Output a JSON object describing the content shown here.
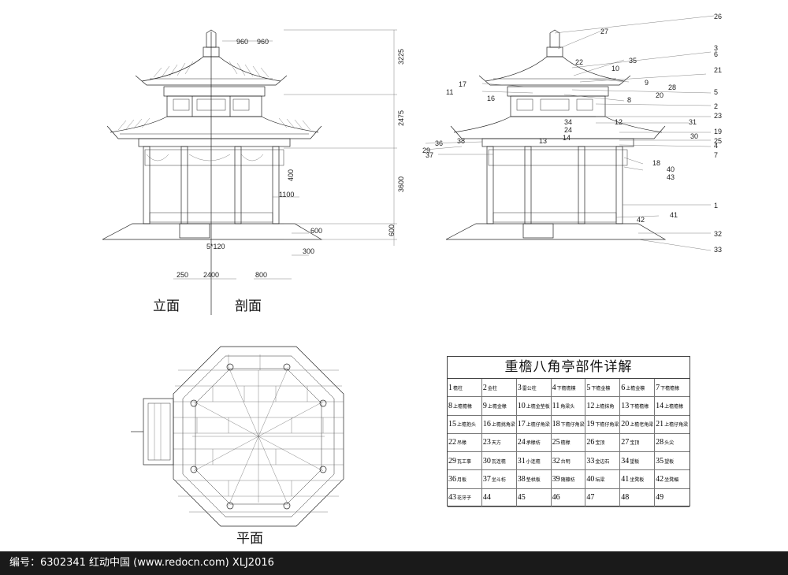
{
  "labels": {
    "elevation": "立面",
    "section": "剖面",
    "plan": "平面"
  },
  "dims": {
    "top_a": "960",
    "top_b": "960",
    "h1": "3225",
    "h2": "2475",
    "h3": "3600",
    "h4": "600",
    "d400": "400",
    "d1100": "1100",
    "d600": "600",
    "d5x120": "5*120",
    "d300": "300",
    "d250": "250",
    "d2400": "2400",
    "d800": "800"
  },
  "callouts": [
    "26",
    "27",
    "3",
    "6",
    "35",
    "22",
    "21",
    "10",
    "9",
    "17",
    "28",
    "11",
    "5",
    "16",
    "20",
    "8",
    "2",
    "23",
    "12",
    "31",
    "34",
    "24",
    "19",
    "13",
    "14",
    "30",
    "25",
    "4",
    "36",
    "38",
    "7",
    "29",
    "37",
    "18",
    "40",
    "43",
    "1",
    "41",
    "42",
    "32",
    "33"
  ],
  "table": {
    "title": "重檐八角亭部件详解",
    "rows": [
      [
        {
          "n": "1",
          "t": "檐柱"
        },
        {
          "n": "2",
          "t": "金柱"
        },
        {
          "n": "3",
          "t": "雷公柱"
        },
        {
          "n": "4",
          "t": "下檐檐檩"
        },
        {
          "n": "5",
          "t": "下檐金檩"
        },
        {
          "n": "6",
          "t": "上檐金檩"
        },
        {
          "n": "7",
          "t": "下檐檐椽"
        }
      ],
      [
        {
          "n": "8",
          "t": "上檐檐椽"
        },
        {
          "n": "9",
          "t": "上檐金椽"
        },
        {
          "n": "10",
          "t": "上檐金垫板"
        },
        {
          "n": "11",
          "t": "角梁头"
        },
        {
          "n": "12",
          "t": "上檐抹角"
        },
        {
          "n": "13",
          "t": "下檐檐椽"
        },
        {
          "n": "14",
          "t": "上檐檐椽"
        }
      ],
      [
        {
          "n": "15",
          "t": "上檐抱头"
        },
        {
          "n": "16",
          "t": "上檐挑角梁"
        },
        {
          "n": "17",
          "t": "上檐仔角梁"
        },
        {
          "n": "18",
          "t": "下檐仔角梁"
        },
        {
          "n": "19",
          "t": "下檐仔角梁"
        },
        {
          "n": "20",
          "t": "上檐老角梁"
        },
        {
          "n": "21",
          "t": "上檐仔角梁"
        }
      ],
      [
        {
          "n": "22",
          "t": "吊椽"
        },
        {
          "n": "23",
          "t": "天方"
        },
        {
          "n": "24",
          "t": "承椽枋"
        },
        {
          "n": "25",
          "t": "檐椽"
        },
        {
          "n": "26",
          "t": "宝顶"
        },
        {
          "n": "27",
          "t": "宝顶"
        },
        {
          "n": "28",
          "t": "头尖"
        }
      ],
      [
        {
          "n": "29",
          "t": "瓦工事"
        },
        {
          "n": "30",
          "t": "瓦连檐"
        },
        {
          "n": "31",
          "t": "小连檐"
        },
        {
          "n": "32",
          "t": "台明"
        },
        {
          "n": "33",
          "t": "金边石"
        },
        {
          "n": "34",
          "t": "望板"
        },
        {
          "n": "35",
          "t": "望板"
        }
      ],
      [
        {
          "n": "36",
          "t": "月板"
        },
        {
          "n": "37",
          "t": "坐斗枋"
        },
        {
          "n": "38",
          "t": "垫栱板"
        },
        {
          "n": "39",
          "t": "随檩枋"
        },
        {
          "n": "40",
          "t": "坛梁"
        },
        {
          "n": "41",
          "t": "坐凳板"
        },
        {
          "n": "42",
          "t": "坐凳楣"
        }
      ],
      [
        {
          "n": "43",
          "t": "花牙子"
        },
        {
          "n": "44",
          "t": ""
        },
        {
          "n": "45",
          "t": ""
        },
        {
          "n": "46",
          "t": ""
        },
        {
          "n": "47",
          "t": ""
        },
        {
          "n": "48",
          "t": ""
        },
        {
          "n": "49",
          "t": ""
        }
      ]
    ]
  },
  "footer": "编号：6302341    红动中国 (www.redocn.com)    XLJ2016"
}
